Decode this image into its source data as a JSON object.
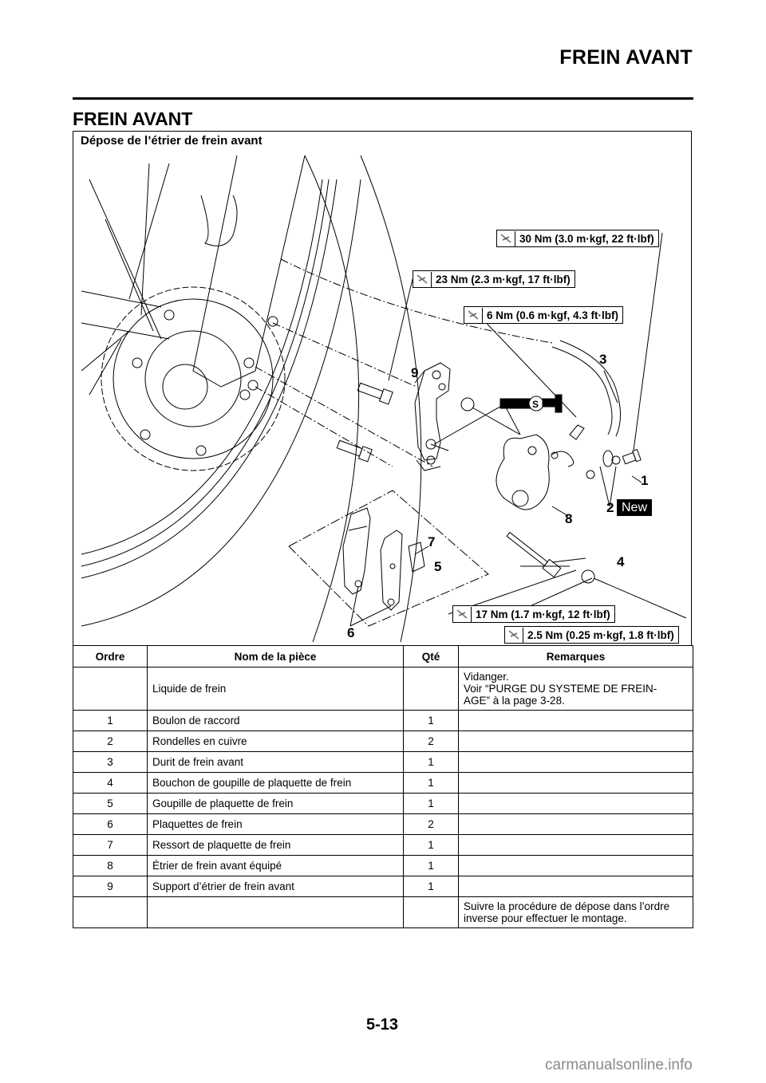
{
  "header": {
    "title": "FREIN AVANT"
  },
  "section": {
    "title": "FREIN AVANT"
  },
  "figure": {
    "caption": "Dépose de l’étrier de frein avant",
    "torque_specs": [
      {
        "id": "t30",
        "value": "30 Nm (3.0 m·kgf, 22 ft·lbf)"
      },
      {
        "id": "t23",
        "value": "23 Nm (2.3 m·kgf, 17 ft·lbf)"
      },
      {
        "id": "t6",
        "value": "6 Nm (0.6 m·kgf, 4.3 ft·lbf)"
      },
      {
        "id": "t17",
        "value": "17 Nm (1.7 m·kgf, 12 ft·lbf)"
      },
      {
        "id": "t25",
        "value": "2.5 Nm (0.25 m·kgf, 1.8 ft·lbf)"
      }
    ],
    "callouts": [
      "1",
      "2",
      "3",
      "4",
      "5",
      "6",
      "7",
      "8",
      "9"
    ],
    "new_badge": "New",
    "grease_symbol": "S"
  },
  "table": {
    "headers": {
      "order": "Ordre",
      "name": "Nom de la pièce",
      "qty": "Qté",
      "remarks": "Remarques"
    },
    "rows": [
      {
        "order": "",
        "name": "Liquide de frein",
        "qty": "",
        "remarks": "Vidanger.\nVoir “PURGE DU SYSTEME DE FREIN-\nAGE” à la page 3-28."
      },
      {
        "order": "1",
        "name": "Boulon de raccord",
        "qty": "1",
        "remarks": ""
      },
      {
        "order": "2",
        "name": "Rondelles en cuivre",
        "qty": "2",
        "remarks": ""
      },
      {
        "order": "3",
        "name": "Durit de frein avant",
        "qty": "1",
        "remarks": ""
      },
      {
        "order": "4",
        "name": "Bouchon de goupille de plaquette de frein",
        "qty": "1",
        "remarks": ""
      },
      {
        "order": "5",
        "name": "Goupille de plaquette de frein",
        "qty": "1",
        "remarks": ""
      },
      {
        "order": "6",
        "name": "Plaquettes de frein",
        "qty": "2",
        "remarks": ""
      },
      {
        "order": "7",
        "name": "Ressort de plaquette de frein",
        "qty": "1",
        "remarks": ""
      },
      {
        "order": "8",
        "name": "Étrier de frein avant équipé",
        "qty": "1",
        "remarks": ""
      },
      {
        "order": "9",
        "name": "Support d’étrier de frein avant",
        "qty": "1",
        "remarks": ""
      },
      {
        "order": "",
        "name": "",
        "qty": "",
        "remarks": "Suivre la procédure de dépose dans l’ordre\ninverse pour effectuer le montage."
      }
    ]
  },
  "footer": {
    "page_number": "5-13",
    "watermark": "carmanualsonline.info"
  }
}
